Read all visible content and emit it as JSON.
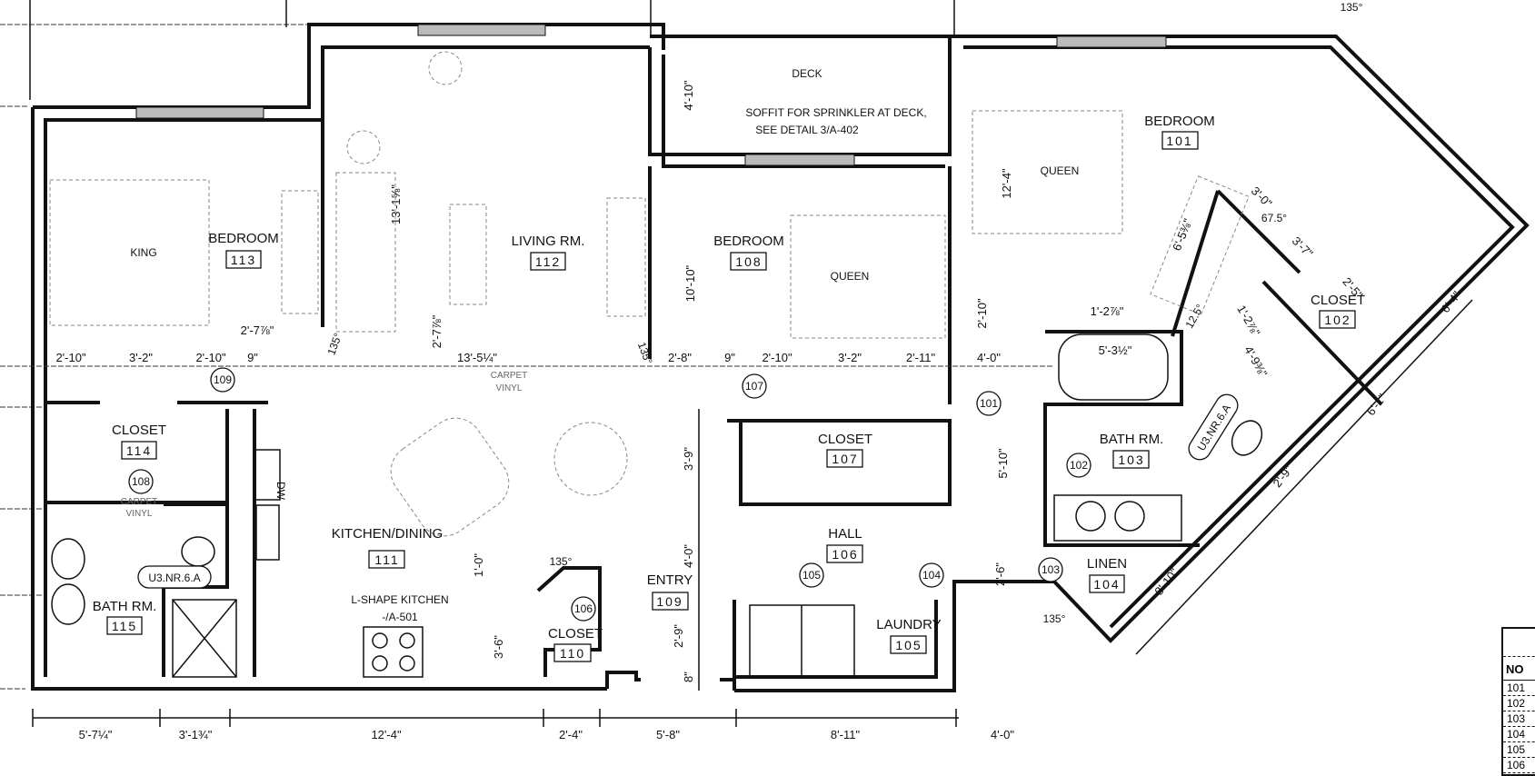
{
  "plan": {
    "rooms": [
      {
        "id": "bedroom-113",
        "name": "BEDROOM",
        "number": "113",
        "furniture": "KING"
      },
      {
        "id": "living-112",
        "name": "LIVING RM.",
        "number": "112"
      },
      {
        "id": "deck",
        "name": "DECK"
      },
      {
        "id": "bedroom-108",
        "name": "BEDROOM",
        "number": "108",
        "furniture": "QUEEN"
      },
      {
        "id": "bedroom-101",
        "name": "BEDROOM",
        "number": "101",
        "furniture": "QUEEN"
      },
      {
        "id": "closet-102",
        "name": "CLOSET",
        "number": "102"
      },
      {
        "id": "closet-114",
        "name": "CLOSET",
        "number": "114"
      },
      {
        "id": "bath-115",
        "name": "BATH RM.",
        "number": "115"
      },
      {
        "id": "kitchen-111",
        "name": "KITCHEN/DINING",
        "number": "111"
      },
      {
        "id": "closet-110",
        "name": "CLOSET",
        "number": "110"
      },
      {
        "id": "entry-109",
        "name": "ENTRY",
        "number": "109"
      },
      {
        "id": "closet-107",
        "name": "CLOSET",
        "number": "107"
      },
      {
        "id": "hall-106",
        "name": "HALL",
        "number": "106"
      },
      {
        "id": "laundry-105",
        "name": "LAUNDRY",
        "number": "105"
      },
      {
        "id": "bath-103",
        "name": "BATH RM.",
        "number": "103"
      },
      {
        "id": "linen-104",
        "name": "LINEN",
        "number": "104"
      }
    ],
    "notes": {
      "soffit_line1": "SOFFIT FOR SPRINKLER AT DECK,",
      "soffit_line2": "SEE DETAIL 3/A-402",
      "kitchen_line1": "L-SHAPE KITCHEN",
      "kitchen_line2": "-/A-501",
      "dw": "DW",
      "carpet": "CARPET",
      "vinyl": "VINYL"
    },
    "accessibility_tags": [
      "U3.NR.6.A",
      "U3.NR.6.A"
    ],
    "door_tags": [
      "109",
      "108",
      "107",
      "106",
      "105",
      "104",
      "103",
      "102",
      "101"
    ],
    "angles": [
      "135°",
      "135°",
      "135°",
      "135°",
      "135°",
      "67.5°",
      "12.5°"
    ],
    "dimensions": {
      "bottom": [
        "5'-7¼\"",
        "3'-1¾\"",
        "12'-4\"",
        "2'-4\"",
        "5'-8\"",
        "8'-11\"",
        "4'-0\""
      ],
      "mid_row": [
        "2'-10\"",
        "3'-2\"",
        "2'-10\"",
        "9\"",
        "13'-5¼\"",
        "2'-8\"",
        "9\"",
        "2'-10\"",
        "3'-2\"",
        "2'-11\"",
        "4'-0\""
      ],
      "vertical": [
        "13'-1⅝\"",
        "2'-7⅞\"",
        "4'-10\"",
        "10'-10\"",
        "3'-9\"",
        "4'-0\"",
        "2'-9\"",
        "8\"",
        "1'-0\"",
        "3'-6\"",
        "12'-4\"",
        "2'-10\"",
        "5'-10\"",
        "2'-6\""
      ],
      "door_width": "2'-7⅞\"",
      "angled": [
        "3'-0\"",
        "3'-7\"",
        "2'-5\"",
        "6'-5⅜\"",
        "1'-2⅞\"",
        "1'-2⅞\"",
        "4'-9⅜\"",
        "5'-3½\"",
        "6'-4\"",
        "6'-1\"",
        "2'-9\"",
        "8'-10\""
      ]
    },
    "legend": {
      "header": "NO",
      "rows": [
        "101",
        "102",
        "103",
        "104",
        "105",
        "106"
      ]
    }
  }
}
